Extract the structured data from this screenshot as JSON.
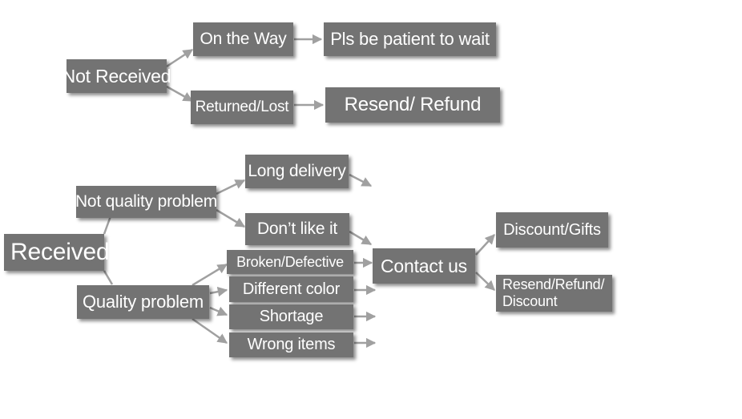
{
  "diagram": {
    "colors": {
      "box": "#737373",
      "text": "#ffffff",
      "arrow": "#a0a0a0"
    },
    "nodes": {
      "not_received": "Not Received",
      "on_the_way": "On the Way",
      "pls_wait": "Pls be patient to wait",
      "returned_lost": "Returned/Lost",
      "resend_refund": "Resend/ Refund",
      "received": "Received",
      "not_quality": "Not quality problem",
      "quality": "Quality problem",
      "long_delivery": "Long delivery",
      "dont_like": "Don’t like it",
      "broken": "Broken/Defective",
      "different_color": "Different color",
      "shortage": "Shortage",
      "wrong_items": "Wrong items",
      "contact_us": "Contact us",
      "discount_gifts": "Discount/Gifts",
      "resend_refund_discount_line1": "Resend/Refund/",
      "resend_refund_discount_line2": "Discount"
    }
  }
}
